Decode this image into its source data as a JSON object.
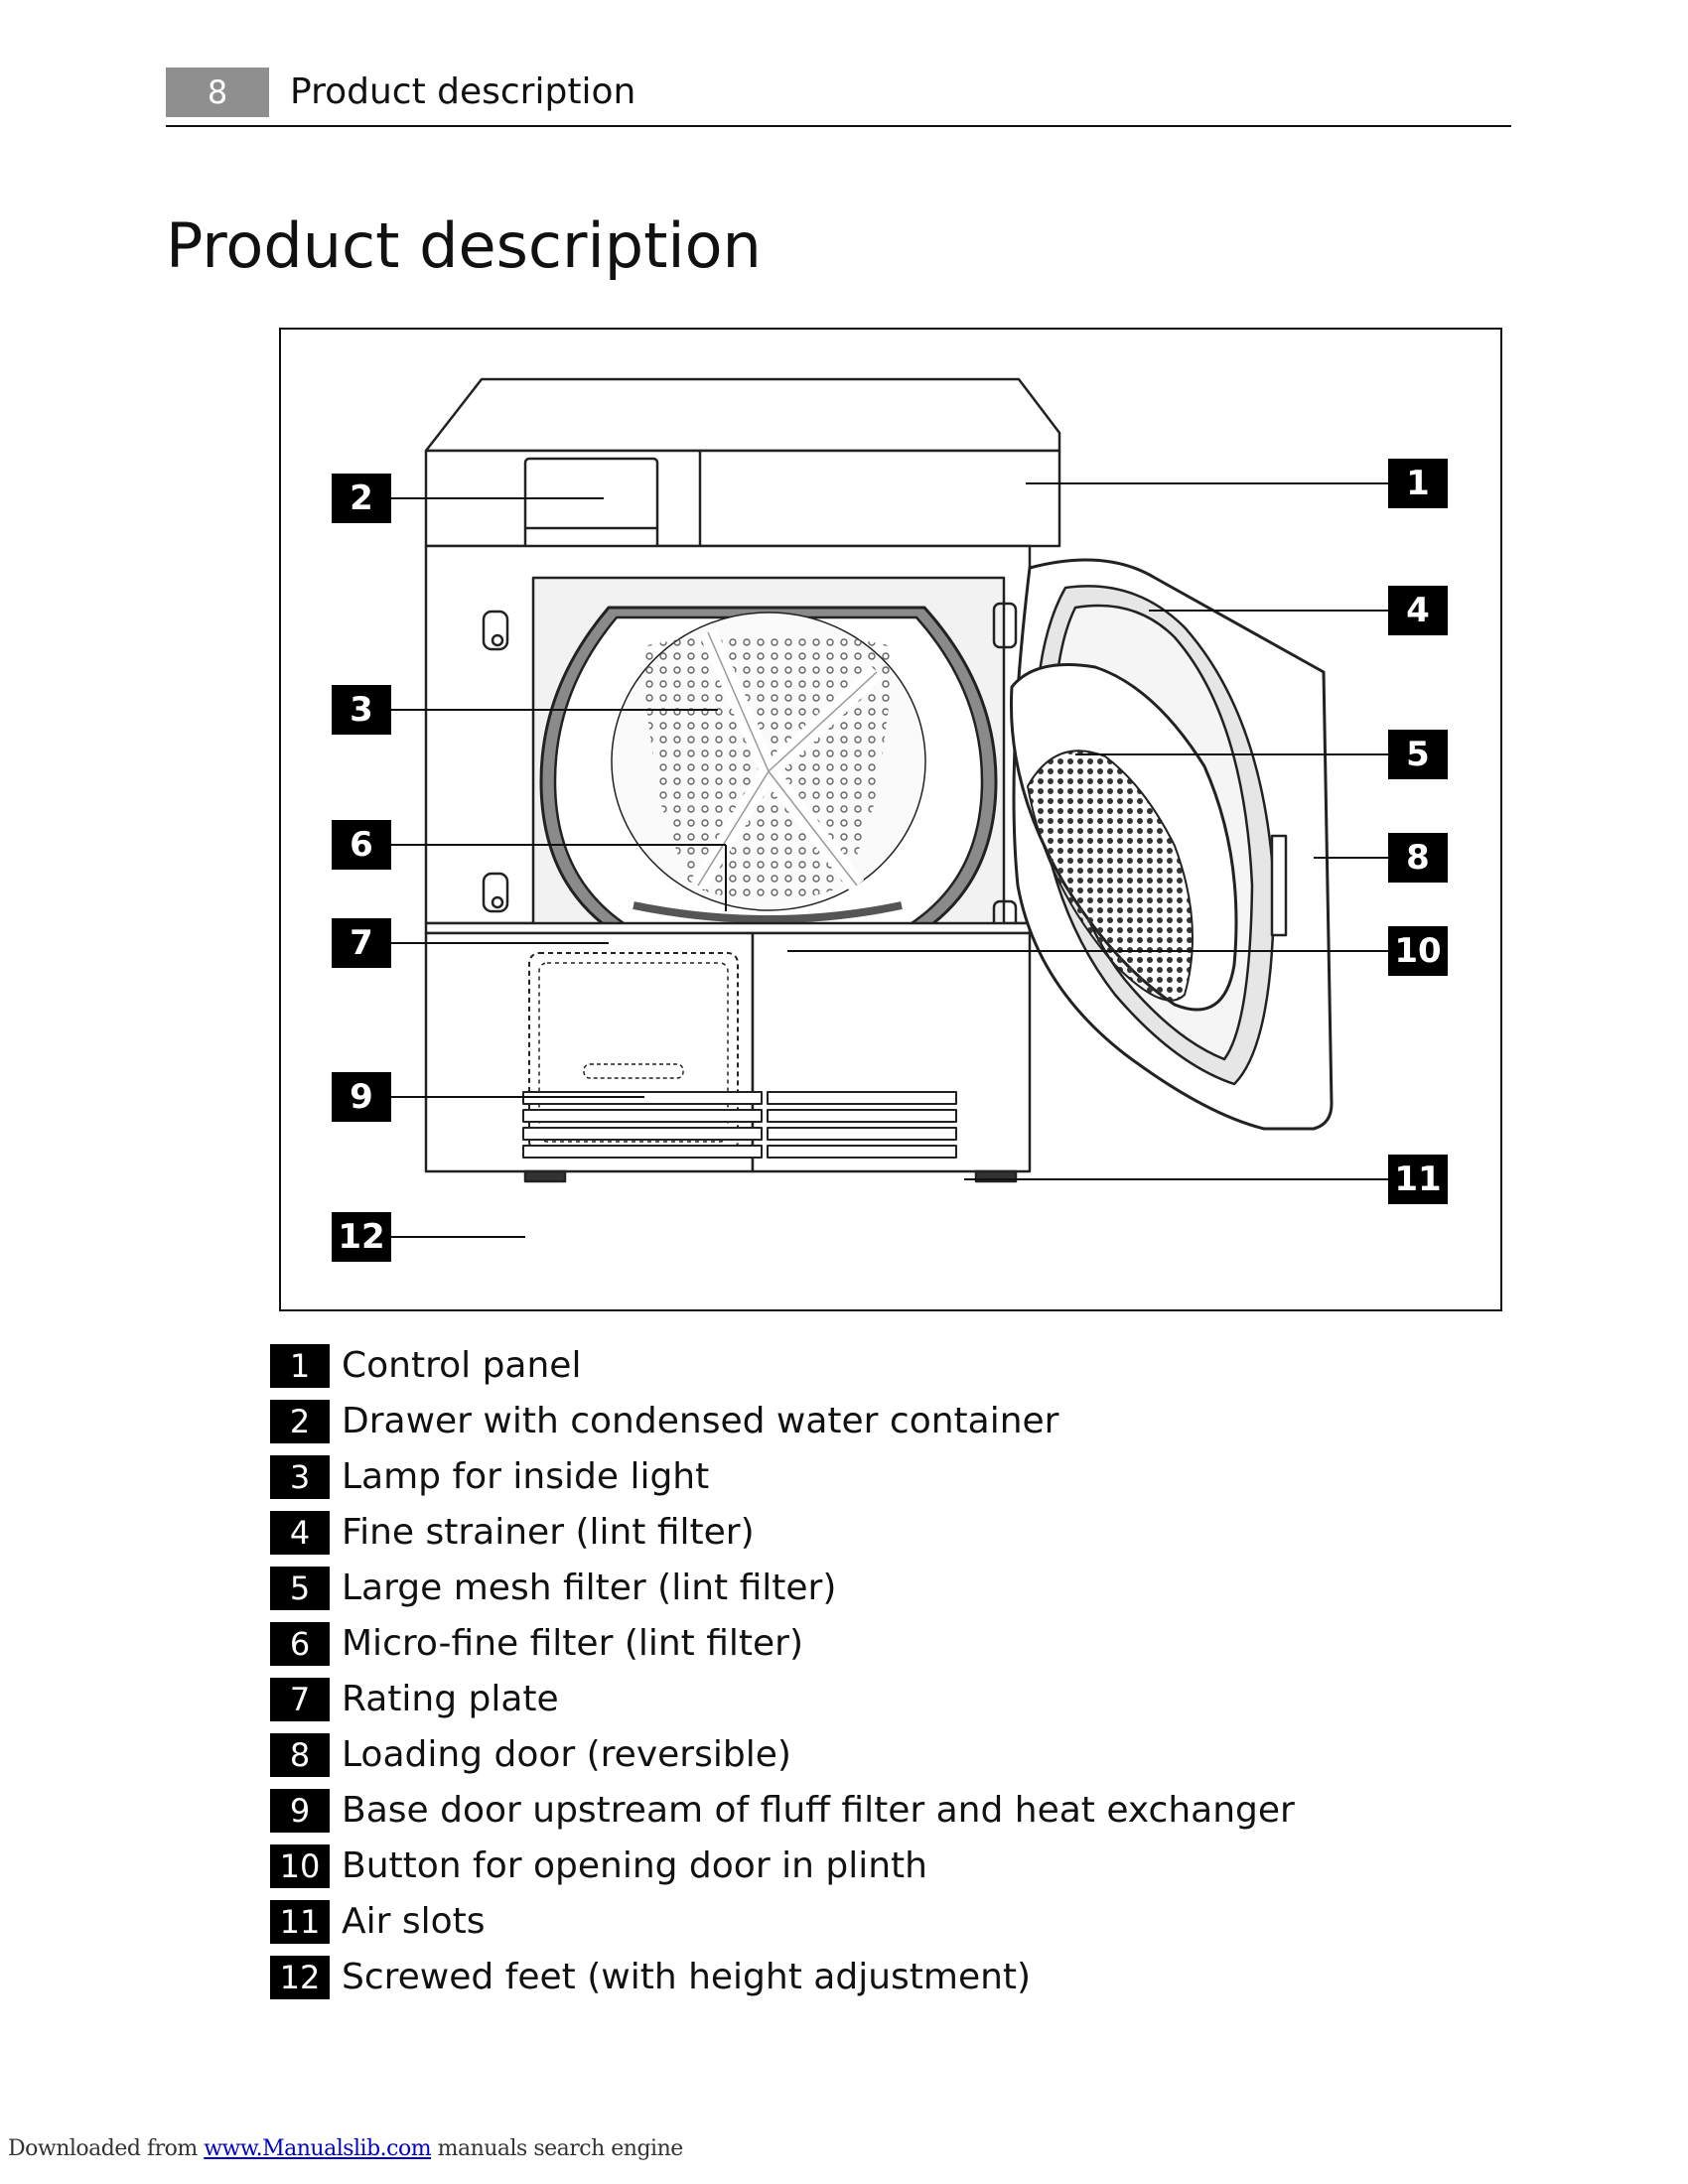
{
  "header": {
    "page_number": "8",
    "section_title": "Product description"
  },
  "title": "Product description",
  "figure": {
    "callouts": [
      "1",
      "2",
      "3",
      "4",
      "5",
      "6",
      "7",
      "8",
      "9",
      "10",
      "11",
      "12"
    ]
  },
  "legend": [
    {
      "num": "1",
      "label": "Control panel"
    },
    {
      "num": "2",
      "label": "Drawer with condensed water container"
    },
    {
      "num": "3",
      "label": "Lamp for inside light"
    },
    {
      "num": "4",
      "label": "Fine strainer (lint filter)"
    },
    {
      "num": "5",
      "label": "Large mesh filter (lint filter)"
    },
    {
      "num": "6",
      "label": "Micro-fine filter (lint filter)"
    },
    {
      "num": "7",
      "label": "Rating plate"
    },
    {
      "num": "8",
      "label": "Loading door (reversible)"
    },
    {
      "num": "9",
      "label": "Base door upstream of fluff filter and heat exchanger"
    },
    {
      "num": "10",
      "label": "Button for opening door in plinth"
    },
    {
      "num": "11",
      "label": "Air slots"
    },
    {
      "num": "12",
      "label": "Screwed feet (with height adjustment)"
    }
  ],
  "footer": {
    "prefix": "Downloaded from ",
    "link": "www.Manualslib.com",
    "suffix": " manuals search engine"
  }
}
